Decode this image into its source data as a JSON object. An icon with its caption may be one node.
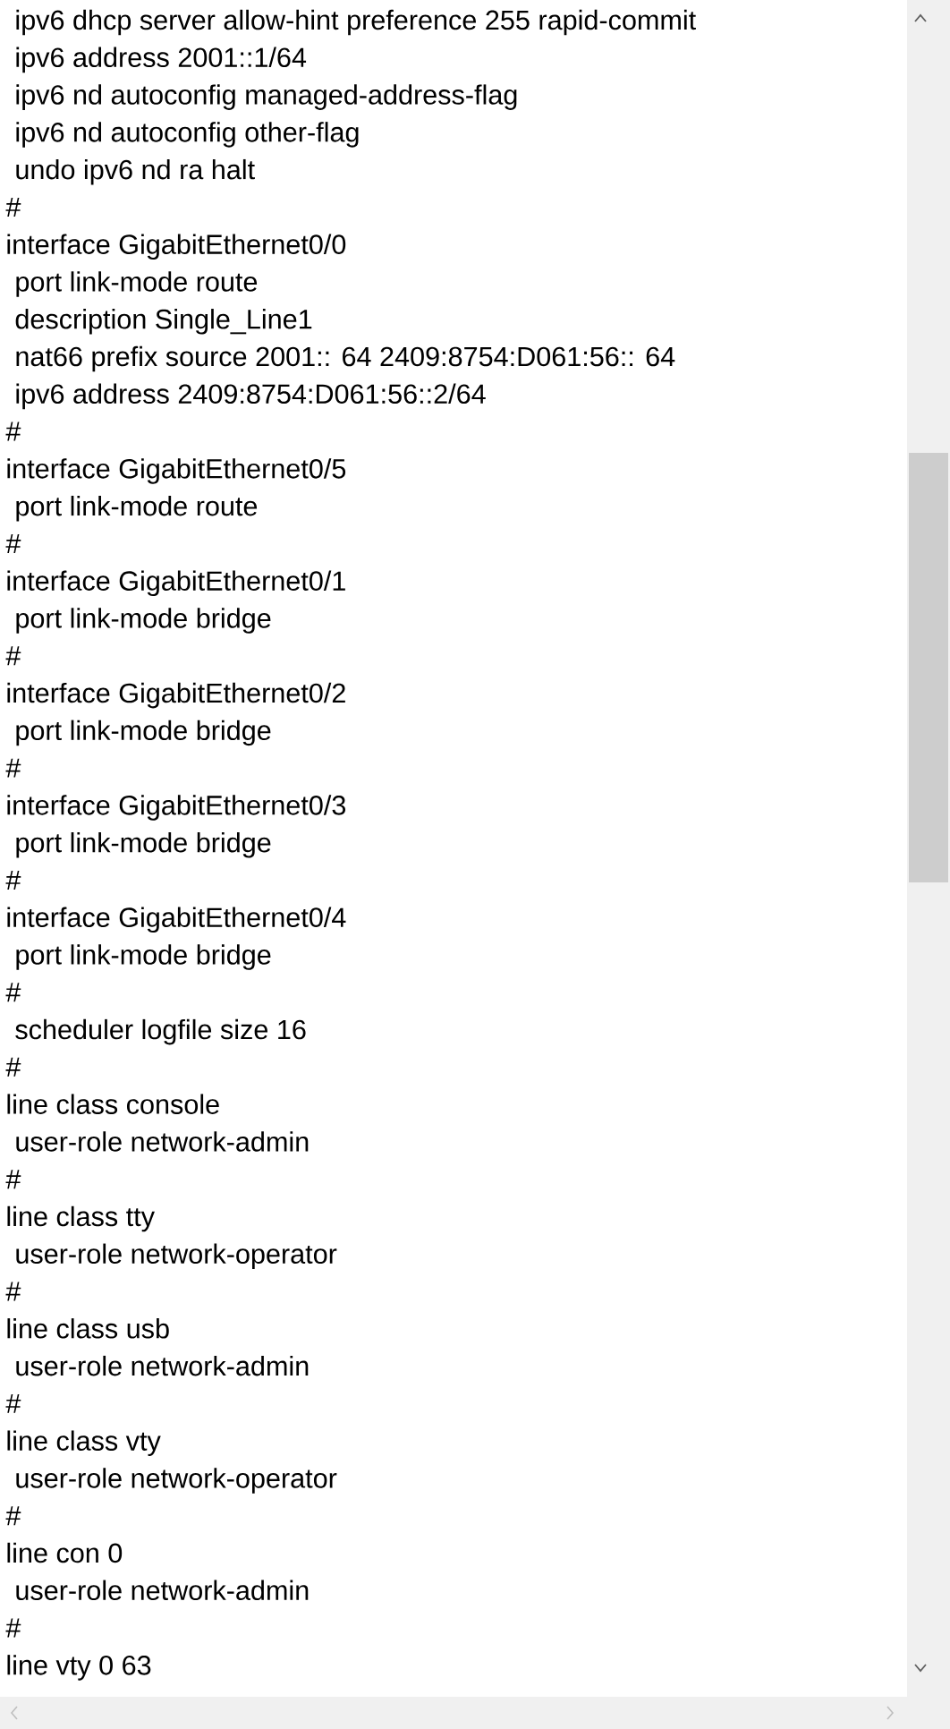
{
  "diagram": {
    "labels": [
      "ipv6 dhcp server allow-hint preference 255 rapid-commit",
      "ipv6 address 2001::1/64",
      "ipv6 nd autoconfig managed-address-flag",
      "ipv6 nd autoconfig other-flag",
      "undo ipv6 nd ra halt",
      "#",
      "interface GigabitEthernet0/0",
      "port link-mode route",
      "description Single_Line1",
      "nat66 prefix source 2001:: 64 2409:8754:D061:56:: 64",
      "ipv6 address 2409:8754:D061:56::2/64",
      "#",
      "interface GigabitEthernet0/5",
      "port link-mode route",
      "#",
      "interface GigabitEthernet0/1",
      "port link-mode bridge",
      "#",
      "interface GigabitEthernet0/2",
      "port link-mode bridge",
      "#",
      "interface GigabitEthernet0/3",
      "port link-mode bridge",
      "#",
      "interface GigabitEthernet0/4",
      "port link-mode bridge",
      "#",
      "scheduler logfile size 16",
      "#",
      "line class console",
      "user-role network-admin",
      "#",
      "line class tty",
      "user-role network-operator",
      "#",
      "line class usb",
      "user-role network-admin",
      "#",
      "line class vty",
      "user-role network-operator",
      "#",
      "line con 0",
      "user-role network-admin",
      "#",
      "line vty 0 63"
    ]
  }
}
